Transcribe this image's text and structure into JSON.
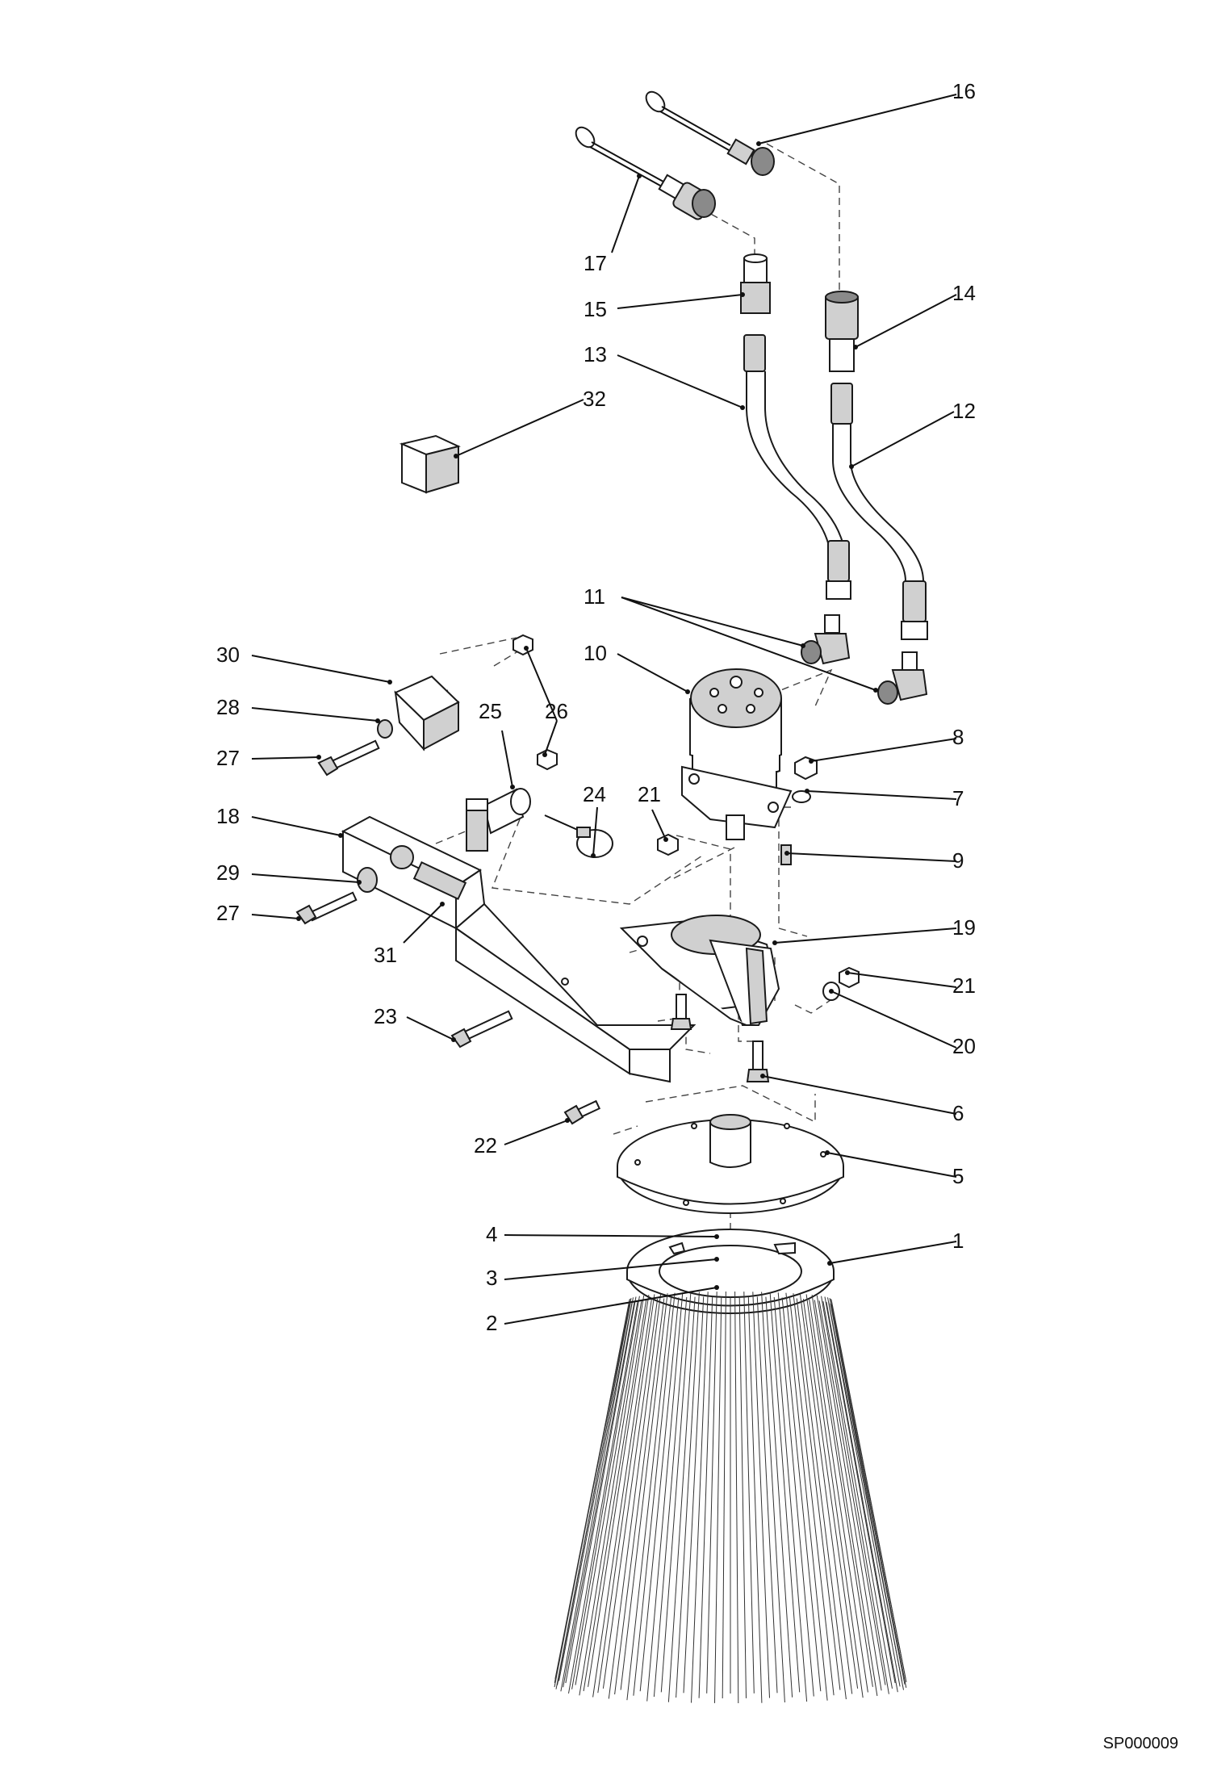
{
  "diagram": {
    "callouts": [
      "1",
      "2",
      "3",
      "4",
      "5",
      "6",
      "7",
      "8",
      "9",
      "10",
      "11",
      "12",
      "13",
      "14",
      "15",
      "16",
      "17",
      "18",
      "19",
      "20",
      "21",
      "21",
      "22",
      "23",
      "24",
      "25",
      "26",
      "27",
      "27",
      "28",
      "29",
      "30",
      "31",
      "32"
    ],
    "drawing_code": "SP000009"
  }
}
